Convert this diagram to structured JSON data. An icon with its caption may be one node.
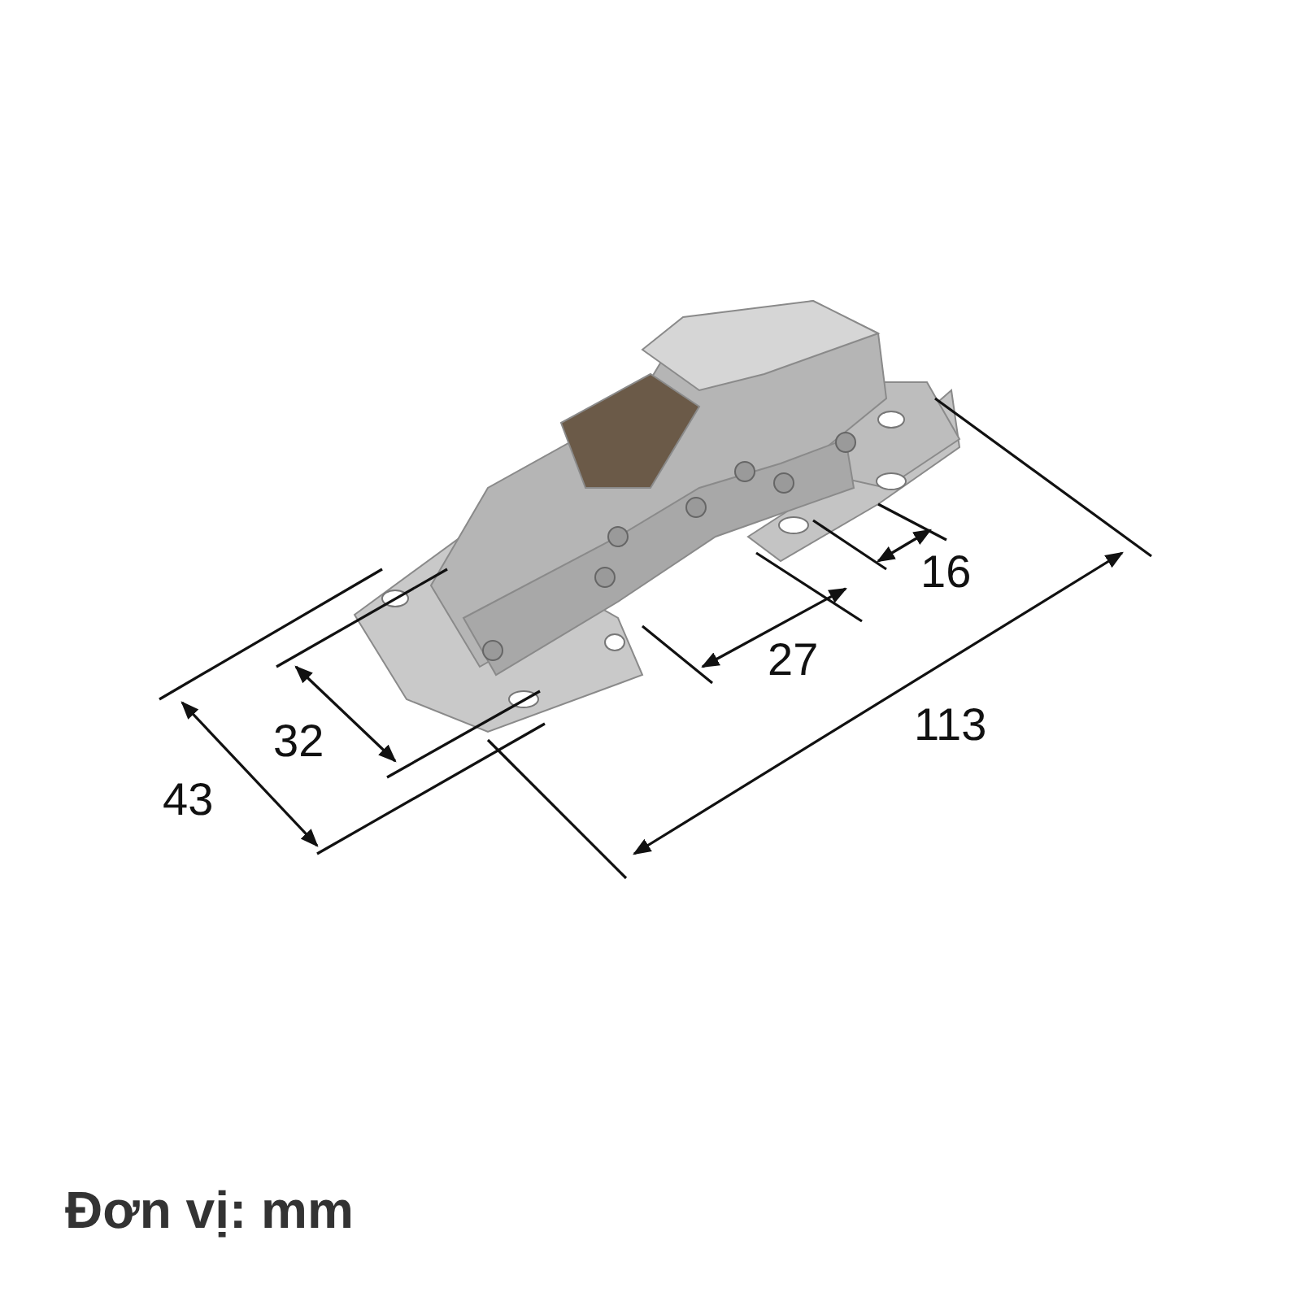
{
  "diagram": {
    "labels": [
      "16",
      "27",
      "113",
      "32",
      "43",
      "Đơn vị: mm"
    ]
  }
}
